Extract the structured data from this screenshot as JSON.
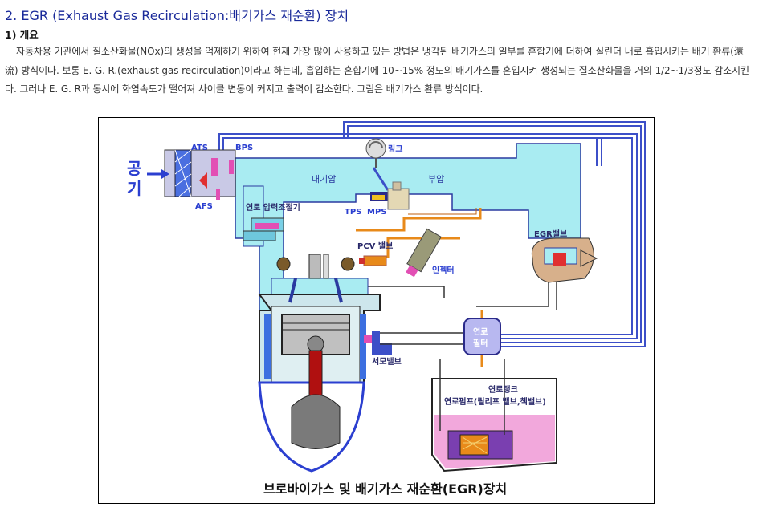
{
  "document": {
    "title": "2. EGR (Exhaust Gas Recirculation:배기가스 재순환) 장치",
    "section": "1) 개요",
    "paragraph": "자동차용 기관에서 질소산화물(NOx)의 생성을 억제하기 위하여 현재 가장 많이 사용하고 있는 방법은 냉각된 배기가스의 일부를 혼합기에 더하여 실린더 내로 흡입시키는 배기 환류(還流) 방식이다. 보통 E. G. R.(exhaust gas recirculation)이라고 하는데, 흡입하는 혼합기에 10~15% 정도의 배기가스를 혼입시켜 생성되는 질소산화물을 거의 1/2~1/3정도 감소시킨다. 그러나 E. G. R과 동시에 화염속도가 떨어져 사이클 변동이 커지고 출력이 감소한다. 그림은 배기가스 환류 방식이다."
  },
  "figure": {
    "air_line1": "공",
    "air_line2": "기",
    "ats": "ATS",
    "bps": "BPS",
    "afs": "AFS",
    "link": "링크",
    "atmospheric": "대기압",
    "negative": "부압",
    "tps": "TPS",
    "mps": "MPS",
    "fuel_pressure_regulator": "연로 압력조절기",
    "pcv_valve": "PCV 밸브",
    "injector": "인젝터",
    "egr_valve": "EGR밸브",
    "fuel_filter_1": "연로",
    "fuel_filter_2": "필터",
    "thermo_valve": "서모밸브",
    "fuel_tank": "연로탱크",
    "fuel_pump": "연로펌프(릴리프 밸브,첵밸브)",
    "caption": "브로바이가스 및 배기가스 재순환(EGR)장치",
    "colors": {
      "intake": "#a9ecf2",
      "exhaust": "#d7b08b",
      "fuel_line": "#e88a1a",
      "hose": "#4d5bd1",
      "tank_fuel": "#f2a8dc"
    }
  }
}
